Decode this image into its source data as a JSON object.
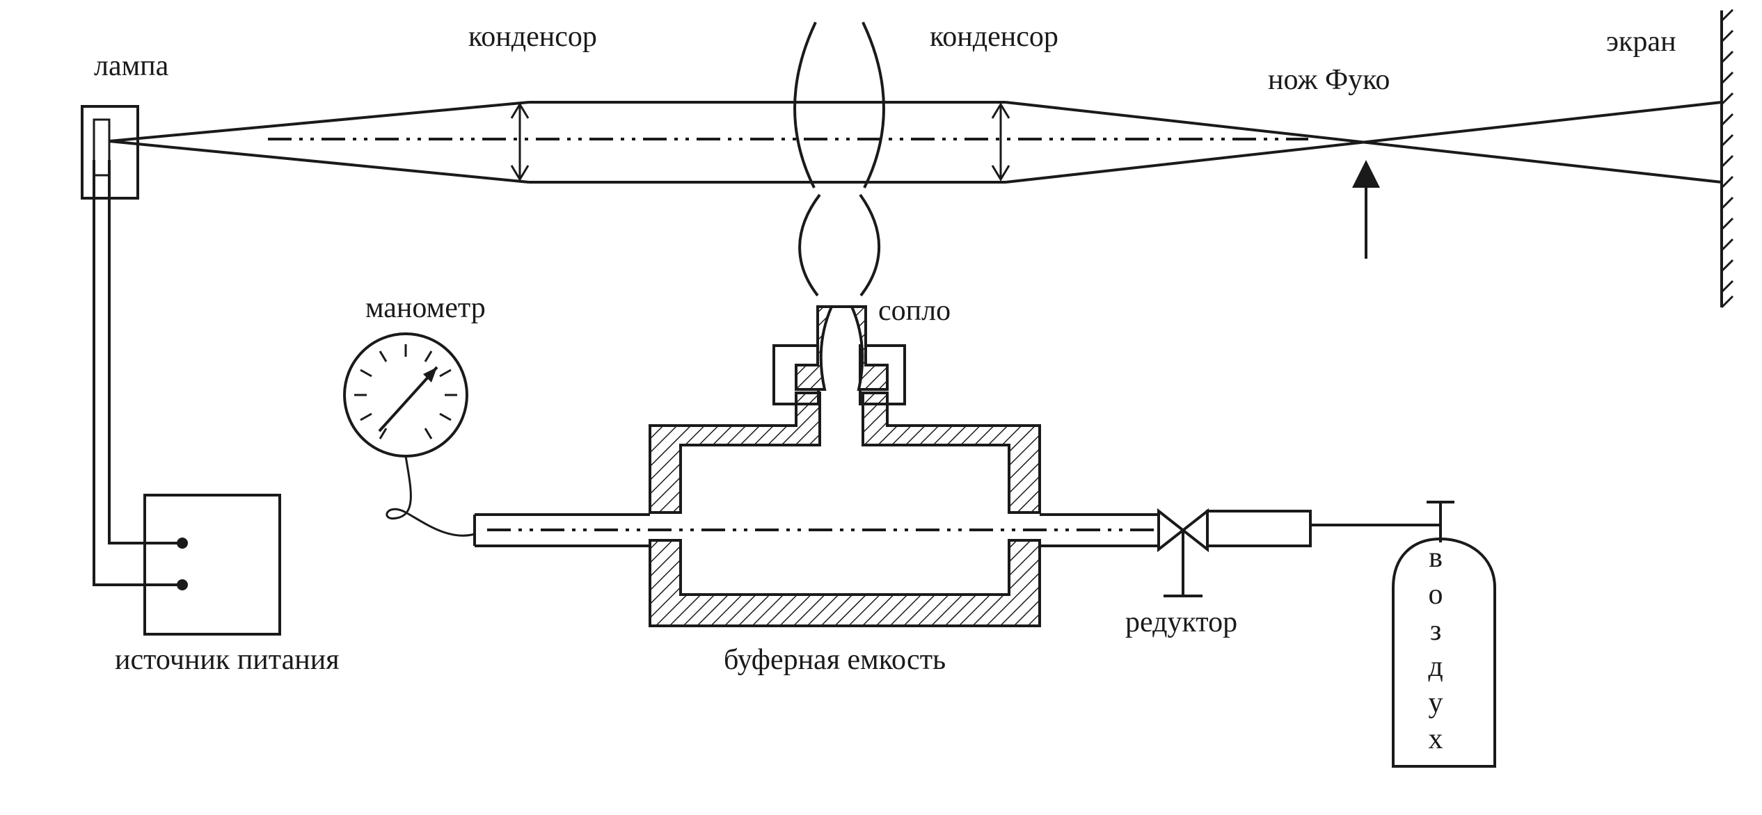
{
  "labels": {
    "lamp": "лампа",
    "condenser_left": "конденсор",
    "condenser_right": "конденсор",
    "foucault_knife": "нож Фуко",
    "screen": "экран",
    "manometer": "манометр",
    "nozzle": "сопло",
    "power_source": "источник питания",
    "buffer_tank": "буферная емкость",
    "reducer": "редуктор",
    "air_letters": [
      "в",
      "о",
      "з",
      "д",
      "у",
      "х"
    ]
  },
  "colors": {
    "ink": "#1a1a1a",
    "background": "#ffffff"
  }
}
